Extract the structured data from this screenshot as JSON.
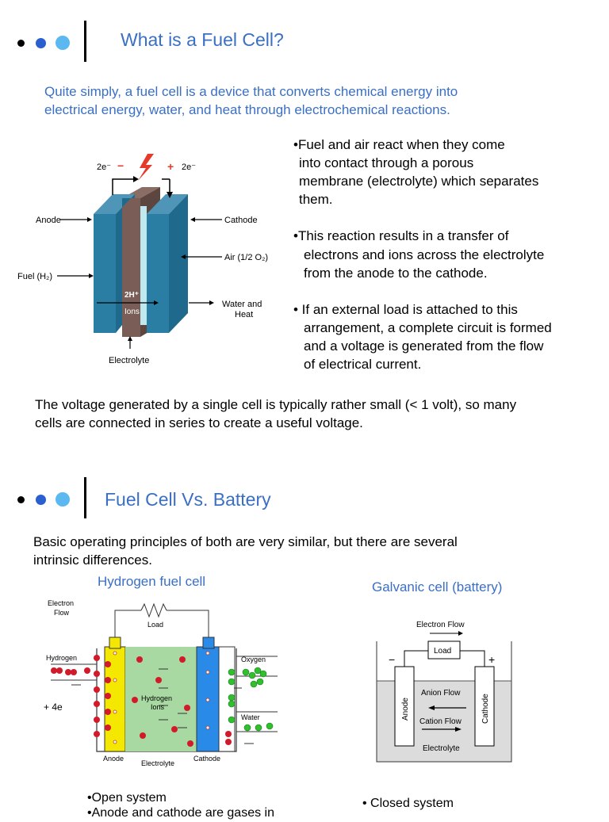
{
  "slide1": {
    "title": "What is a Fuel Cell?",
    "intro_line1": "Quite simply, a fuel cell is a device that converts chemical energy into",
    "intro_line2": "electrical energy, water, and heat through electrochemical reactions.",
    "bullets": [
      [
        "•Fuel and air react when they come",
        " into contact through a porous",
        " membrane (electrolyte) which separates",
        " them."
      ],
      [
        "•This reaction results in a transfer of",
        "  electrons and ions across the electrolyte",
        "  from the anode to the cathode."
      ],
      [
        "• If an external load is attached to this",
        "  arrangement, a complete circuit is formed",
        "  and a voltage is generated from the flow",
        "  of electrical current."
      ]
    ],
    "summary_line1": "The voltage generated by a single cell is typically rather small (< 1 volt), so many",
    "summary_line2": "cells are connected in series to create a useful voltage.",
    "diagram": {
      "left_electrons": "2e⁻",
      "right_electrons": "2e⁻",
      "minus": "−",
      "plus": "+",
      "anode": "Anode",
      "cathode": "Cathode",
      "air": "Air (1/2 O₂)",
      "fuel": "Fuel (H₂)",
      "ions_line1": "2H⁺",
      "ions_line2": "Ions",
      "water_line1": "Water and",
      "water_line2": "Heat",
      "electrolyte": "Electrolyte"
    }
  },
  "slide2": {
    "title": "Fuel Cell Vs. Battery",
    "intro_line1": "Basic operating principles of both are very similar, but there are several",
    "intro_line2": "intrinsic differences.",
    "left_caption": "Hydrogen fuel cell",
    "right_caption": "Galvanic cell (battery)",
    "fuel_cell": {
      "electron": "Electron",
      "flow": "Flow",
      "load": "Load",
      "hydrogen": "Hydrogen",
      "oxygen": "Oxygen",
      "hyd_ions_1": "Hydrogen",
      "hyd_ions_2": "Ions",
      "water": "Water",
      "four_e": "+ 4e",
      "anode": "Anode",
      "electrolyte": "Electrolyte",
      "cathode": "Cathode"
    },
    "battery": {
      "electron_flow": "Electron Flow",
      "load": "Load",
      "minus": "−",
      "plus": "+",
      "anode": "Anode",
      "cathode": "Cathode",
      "anion_flow": "Anion Flow",
      "cation_flow": "Cation Flow",
      "electrolyte": "Electrolyte"
    },
    "left_bullets": [
      "•Open system",
      "•Anode and cathode are gases in"
    ],
    "right_bullets": [
      "• Closed system"
    ]
  },
  "colors": {
    "accent_blue": "#3a6fc4",
    "dot_dark_blue": "#2a5fcf",
    "dot_light_blue": "#5bb8f0"
  }
}
